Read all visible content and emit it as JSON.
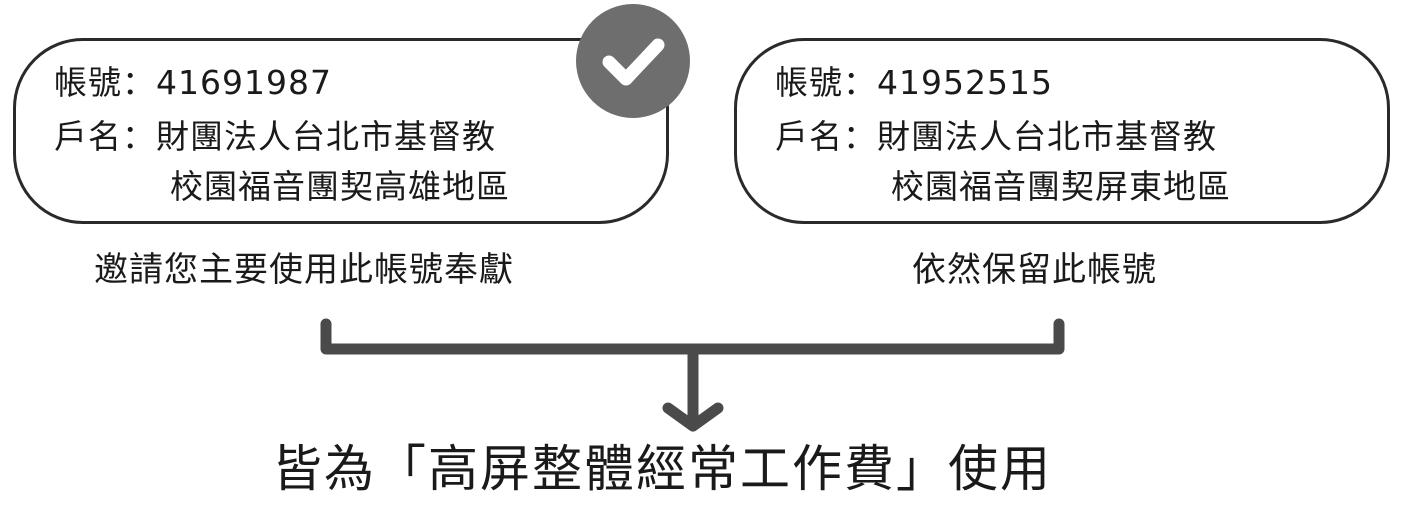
{
  "accounts": [
    {
      "account_label": "帳號：",
      "account_number": "41691987",
      "name_label": "戶名：",
      "name_line1": "財團法人台北市基督教",
      "name_line2": "校園福音團契高雄地區",
      "caption": "邀請您主要使用此帳號奉獻",
      "checked": true
    },
    {
      "account_label": "帳號：",
      "account_number": "41952515",
      "name_label": "戶名：",
      "name_line1": "財團法人台北市基督教",
      "name_line2": "校園福音團契屏東地區",
      "caption": "依然保留此帳號",
      "checked": false
    }
  ],
  "result": "皆為「高屏整體經常工作費」使用",
  "colors": {
    "stroke": "#2a2a2a",
    "badge": "#6e6e6e",
    "connector": "#4a4a4a",
    "text": "#1a1a1a"
  },
  "icons": {
    "check_badge": "check-icon"
  }
}
